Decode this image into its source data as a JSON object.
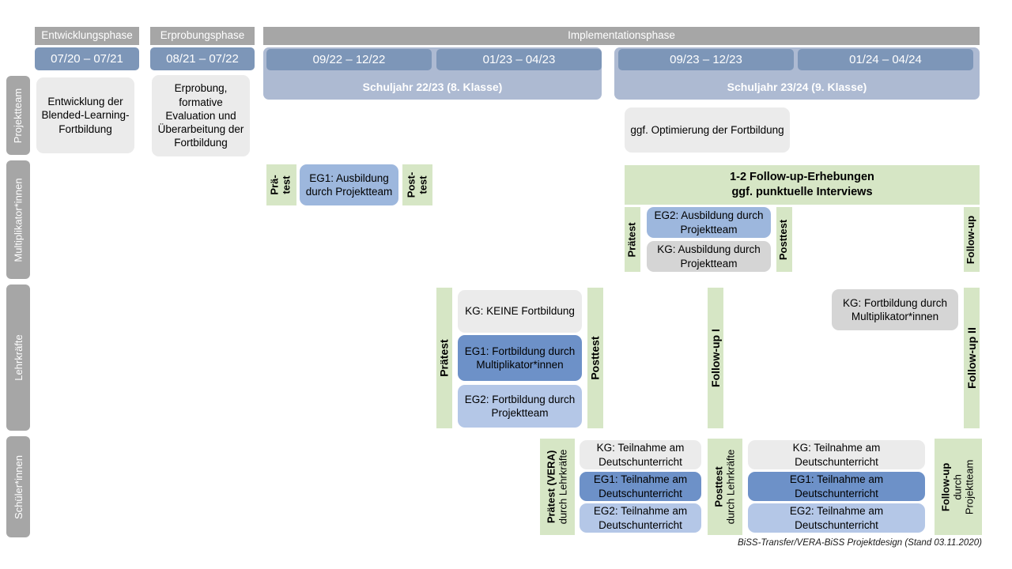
{
  "figure": {
    "footnote": "BiSS-Transfer/VERA-BiSS Projektdesign (Stand 03.11.2020)"
  },
  "colors": {
    "phase_grey": "#a6a6a6",
    "date_blue": "#7d96b8",
    "school_band_blue": "#adbad2",
    "card_grey": "#ebebeb",
    "card_grey_dark": "#d5d5d5",
    "eg1_blue": "#6d91c8",
    "eg2_blue": "#b4c7e7",
    "test_green": "#d6e6c5"
  },
  "phases": [
    {
      "label": "Entwicklungsphase"
    },
    {
      "label": "Erprobungsphase"
    },
    {
      "label": "Implementationsphase"
    }
  ],
  "periods": [
    {
      "label": "07/20 – 07/21"
    },
    {
      "label": "08/21 – 07/22"
    },
    {
      "label": "09/22 – 12/22"
    },
    {
      "label": "01/23 – 04/23"
    },
    {
      "label": "09/23 – 12/23"
    },
    {
      "label": "01/24 – 04/24"
    }
  ],
  "school_years": [
    {
      "label": "Schuljahr 22/23 (8. Klasse)"
    },
    {
      "label": "Schuljahr 23/24 (9. Klasse)"
    }
  ],
  "rows": [
    {
      "label": "Projektteam"
    },
    {
      "label": "Multiplikator*innen"
    },
    {
      "label": "Lehrkräfte"
    },
    {
      "label": "Schüler*innen"
    }
  ],
  "projektteam": {
    "entwicklung": "Entwicklung der Blended-Learning-Fortbildung",
    "erprobung": "Erprobung, formative Evaluation und Überarbeitung der Fortbildung",
    "optimierung": "ggf. Optimierung der Fortbildung"
  },
  "multiplikator": {
    "praetest_short_line1": "Prä-",
    "praetest_short_line2": "test",
    "eg1_ausbildung": "EG1: Ausbildung durch Projektteam",
    "posttest_short_line1": "Post-",
    "posttest_short_line2": "test",
    "banner_line1": "1-2 Follow-up-Erhebungen",
    "banner_line2": "ggf. punktuelle Interviews",
    "praetest": "Prätest",
    "eg2_ausbildung": "EG2: Ausbildung durch Projektteam",
    "kg_ausbildung": "KG: Ausbildung durch Projektteam",
    "posttest": "Posttest",
    "followup": "Follow-up"
  },
  "lehrkraefte": {
    "praetest": "Prätest",
    "kg_keine": "KG:  KEINE Fortbildung",
    "eg1_fortbildung": "EG1: Fortbildung durch Multiplikator*innen",
    "eg2_fortbildung": "EG2: Fortbildung durch Projektteam",
    "posttest": "Posttest",
    "followup_1": "Follow-up I",
    "kg_fortbildung": "KG: Fortbildung durch Multiplikator*innen",
    "followup_2": "Follow-up II"
  },
  "schueler": {
    "praetest_vera": "Prätest (VERA)",
    "praetest_vera_sub": "durch Lehrkräfte",
    "kg_teilnahme": "KG: Teilnahme am Deutschunterricht",
    "eg1_teilnahme": "EG1: Teilnahme am Deutschunterricht",
    "eg2_teilnahme": "EG2: Teilnahme am Deutschunterricht",
    "posttest": "Posttest",
    "posttest_sub": "durch Lehrkräfte",
    "kg_teilnahme_2": "KG: Teilnahme am Deutschunterricht",
    "eg1_teilnahme_2": "EG1: Teilnahme am Deutschunterricht",
    "eg2_teilnahme_2": "EG2: Teilnahme am Deutschunterricht",
    "followup": "Follow-up",
    "followup_sub1": "durch",
    "followup_sub2": "Projektteam"
  }
}
